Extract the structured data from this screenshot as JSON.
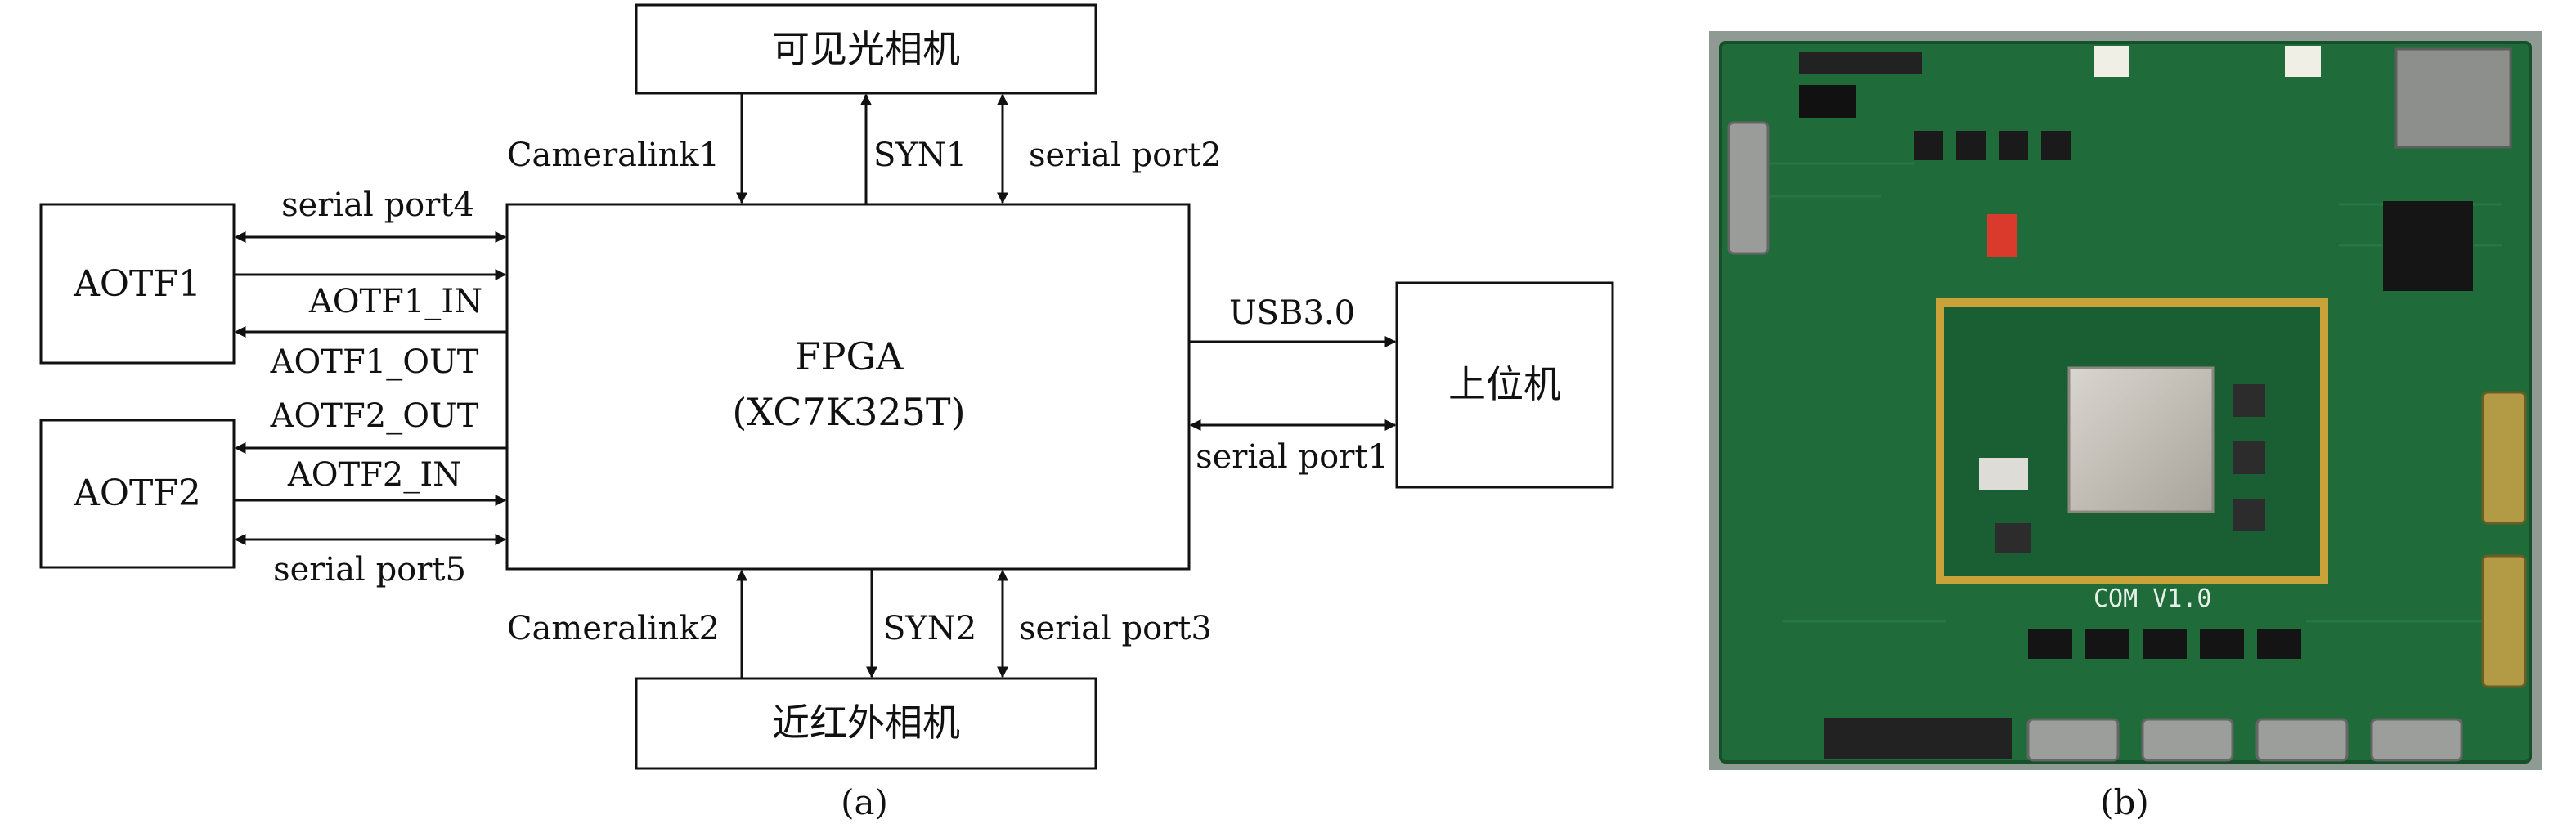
{
  "panel_a": {
    "caption": "(a)",
    "blocks": {
      "visible_camera": "可见光相机",
      "nir_camera": "近红外相机",
      "fpga_line1": "FPGA",
      "fpga_line2": "(XC7K325T)",
      "host": "上位机",
      "aotf1": "AOTF1",
      "aotf2": "AOTF2"
    },
    "signals": {
      "cameralink1": "Cameralink1",
      "syn1": "SYN1",
      "serial_port2": "serial port2",
      "cameralink2": "Cameralink2",
      "syn2": "SYN2",
      "serial_port3": "serial port3",
      "usb30": "USB3.0",
      "serial_port1": "serial port1",
      "serial_port4": "serial port4",
      "aotf1_in": "AOTF1_IN",
      "aotf1_out": "AOTF1_OUT",
      "aotf2_out": "AOTF2_OUT",
      "aotf2_in": "AOTF2_IN",
      "serial_port5": "serial port5"
    }
  },
  "panel_b": {
    "caption": "(b)",
    "board_silkscreen": "COM V1.0",
    "colors": {
      "pcb_green": "#1f6b3a",
      "gold_frame": "#c9a23a",
      "chip_silver": "#bdb9b0"
    }
  }
}
